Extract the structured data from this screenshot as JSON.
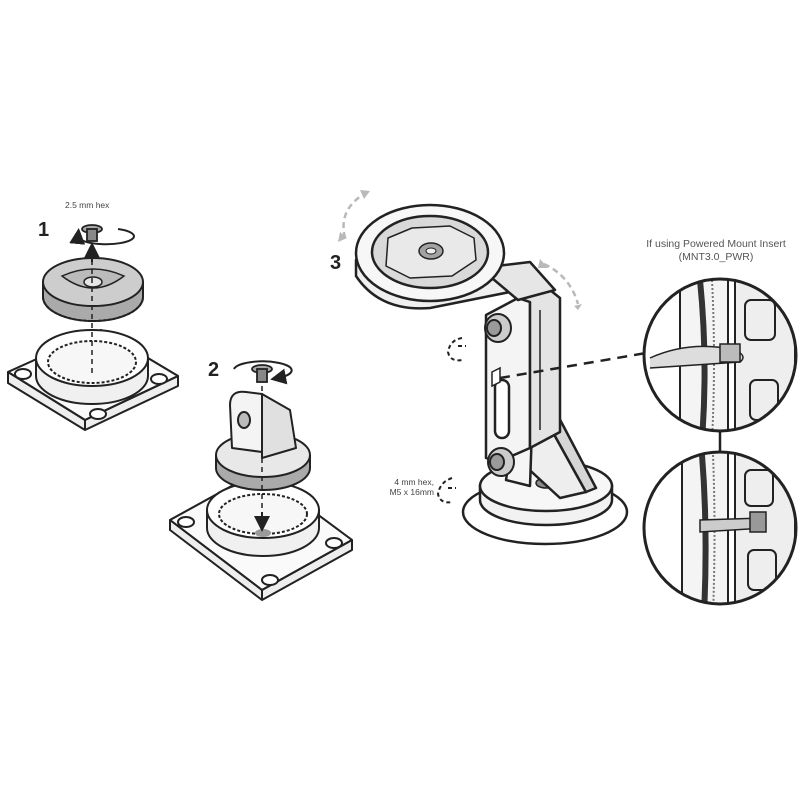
{
  "steps": {
    "one": "1",
    "two": "2",
    "three": "3"
  },
  "labels": {
    "hex_small": "2.5 mm hex",
    "hex_large_line1": "4 mm hex,",
    "hex_large_line2": "M5 x 16mm",
    "powered_line1": "If using Powered Mount Insert",
    "powered_line2": "(MNT3.0_PWR)"
  },
  "colors": {
    "line": "#222222",
    "fill_light": "#f3f3f3",
    "fill_mid": "#cfcfcf",
    "fill_dark": "#8a8a8a",
    "dashed": "#b9b9b9"
  }
}
